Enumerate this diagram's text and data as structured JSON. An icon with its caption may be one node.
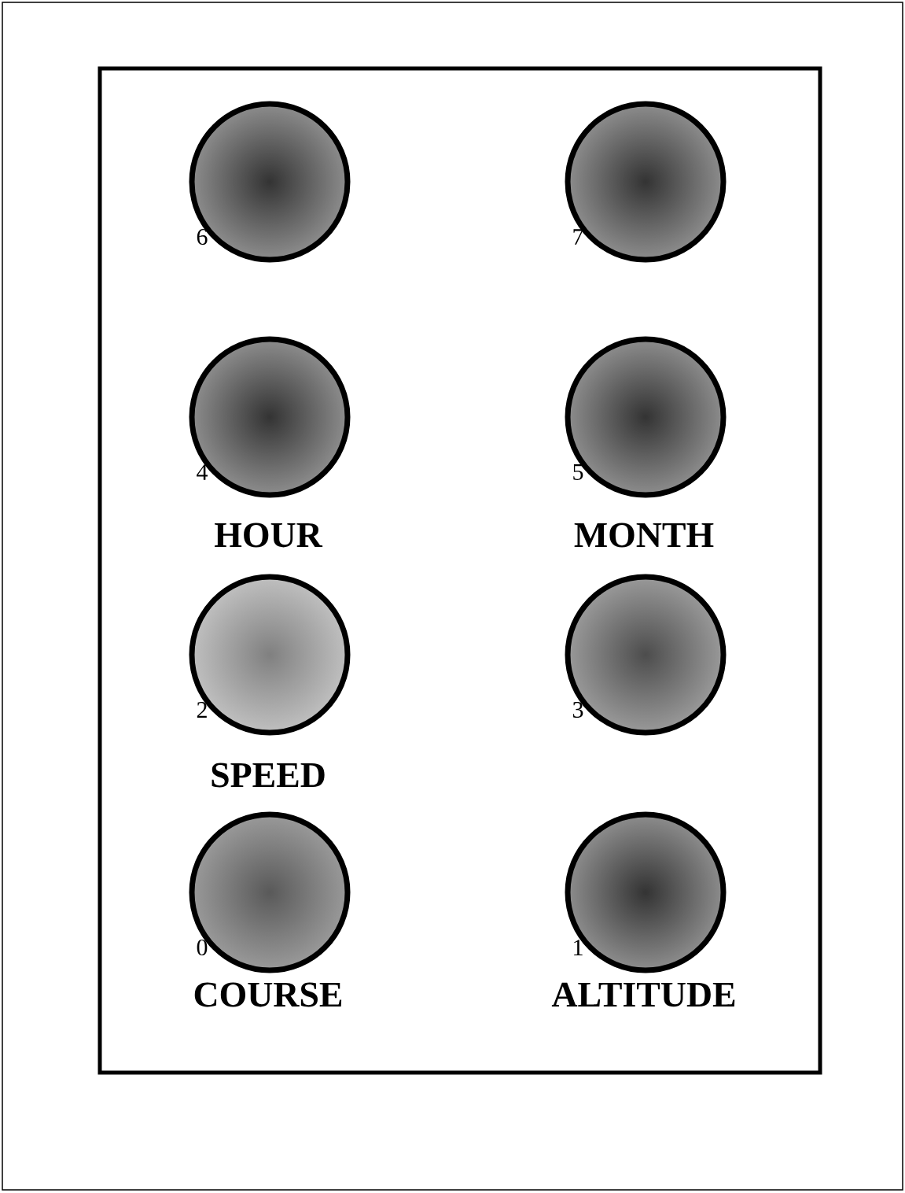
{
  "diagram": {
    "nodes": [
      {
        "text": [],
        "shape": "circle",
        "beside": [
          "6"
        ]
      },
      {
        "text": [],
        "shape": "circle",
        "beside": [
          "7"
        ]
      },
      {
        "text": [],
        "shape": "circle",
        "beside": [
          "4",
          "HOUR"
        ]
      },
      {
        "text": [],
        "shape": "circle",
        "beside": [
          "5",
          "MONTH"
        ]
      },
      {
        "text": [],
        "shape": "circle",
        "beside": [
          "2",
          "SPEED"
        ]
      },
      {
        "text": [],
        "shape": "circle",
        "beside": [
          "3"
        ]
      },
      {
        "text": [],
        "shape": "circle",
        "beside": [
          "0",
          "COURSE"
        ]
      },
      {
        "text": [],
        "shape": "circle",
        "beside": [
          "1",
          "ALTITUDE"
        ]
      }
    ]
  }
}
